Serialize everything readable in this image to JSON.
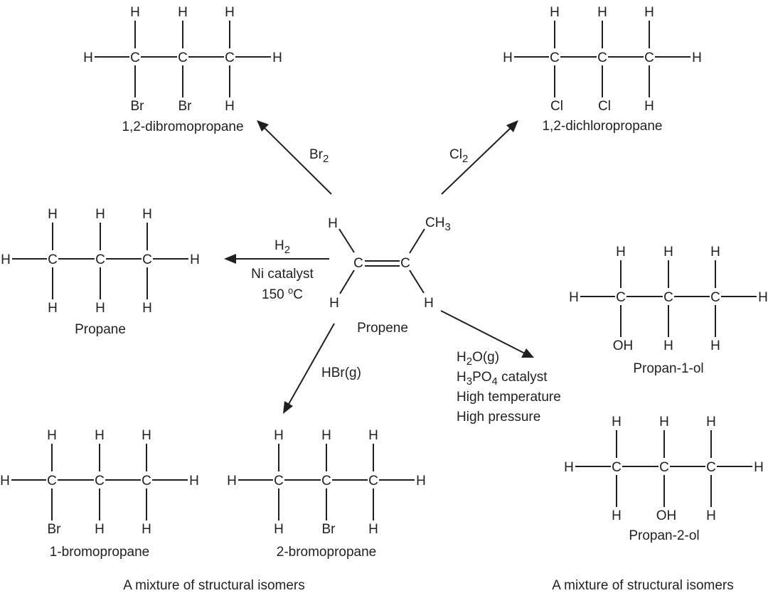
{
  "reactant": {
    "name": "Propene",
    "atoms": {
      "c1": "C",
      "c2": "C",
      "h_top_left": "H",
      "h_bottom_left": "H",
      "h_bottom_right": "H",
      "methyl": "CH",
      "methyl_sub": "3"
    }
  },
  "products": [
    {
      "id": "dibromopropane",
      "name": "1,2-dibromopropane",
      "top": [
        "H",
        "H",
        "H"
      ],
      "bottom": [
        "Br",
        "Br",
        "H"
      ],
      "left": "H",
      "right": "H",
      "carbon": "C",
      "reagent": {
        "main": "Br",
        "sub": "2"
      }
    },
    {
      "id": "dichloropropane",
      "name": "1,2-dichloropropane",
      "top": [
        "H",
        "H",
        "H"
      ],
      "bottom": [
        "Cl",
        "Cl",
        "H"
      ],
      "left": "H",
      "right": "H",
      "carbon": "C",
      "reagent": {
        "main": "Cl",
        "sub": "2"
      }
    },
    {
      "id": "propane",
      "name": "Propane",
      "top": [
        "H",
        "H",
        "H"
      ],
      "bottom": [
        "H",
        "H",
        "H"
      ],
      "left": "H",
      "right": "H",
      "carbon": "C",
      "reagent": {
        "main": "H",
        "sub": "2",
        "line2": "Ni catalyst",
        "line3_num": "150 ",
        "line3_sup": "o",
        "line3_unit": "C"
      }
    },
    {
      "id": "propan-1-ol",
      "name": "Propan-1-ol",
      "top": [
        "H",
        "H",
        "H"
      ],
      "bottom": [
        "OH",
        "H",
        "H"
      ],
      "left": "H",
      "right": "H",
      "carbon": "C"
    },
    {
      "id": "propan-2-ol",
      "name": "Propan-2-ol",
      "top": [
        "H",
        "H",
        "H"
      ],
      "bottom": [
        "H",
        "OH",
        "H"
      ],
      "left": "H",
      "right": "H",
      "carbon": "C"
    },
    {
      "id": "1-bromopropane",
      "name": "1-bromopropane",
      "top": [
        "H",
        "H",
        "H"
      ],
      "bottom": [
        "Br",
        "H",
        "H"
      ],
      "left": "H",
      "right": "H",
      "carbon": "C"
    },
    {
      "id": "2-bromopropane",
      "name": "2-bromopropane",
      "top": [
        "H",
        "H",
        "H"
      ],
      "bottom": [
        "H",
        "Br",
        "H"
      ],
      "left": "H",
      "right": "H",
      "carbon": "C"
    }
  ],
  "hydration_conditions": {
    "l1_a": "H",
    "l1_sub": "2",
    "l1_b": "O(g)",
    "l2_a": "H",
    "l2_sub1": "3",
    "l2_b": "PO",
    "l2_sub2": "4",
    "l2_c": " catalyst",
    "l3": "High temperature",
    "l4": "High pressure"
  },
  "hbr_reagent": "HBr(g)",
  "captions": {
    "left_mixture": "A mixture of structural isomers",
    "right_mixture": "A mixture of structural isomers"
  }
}
